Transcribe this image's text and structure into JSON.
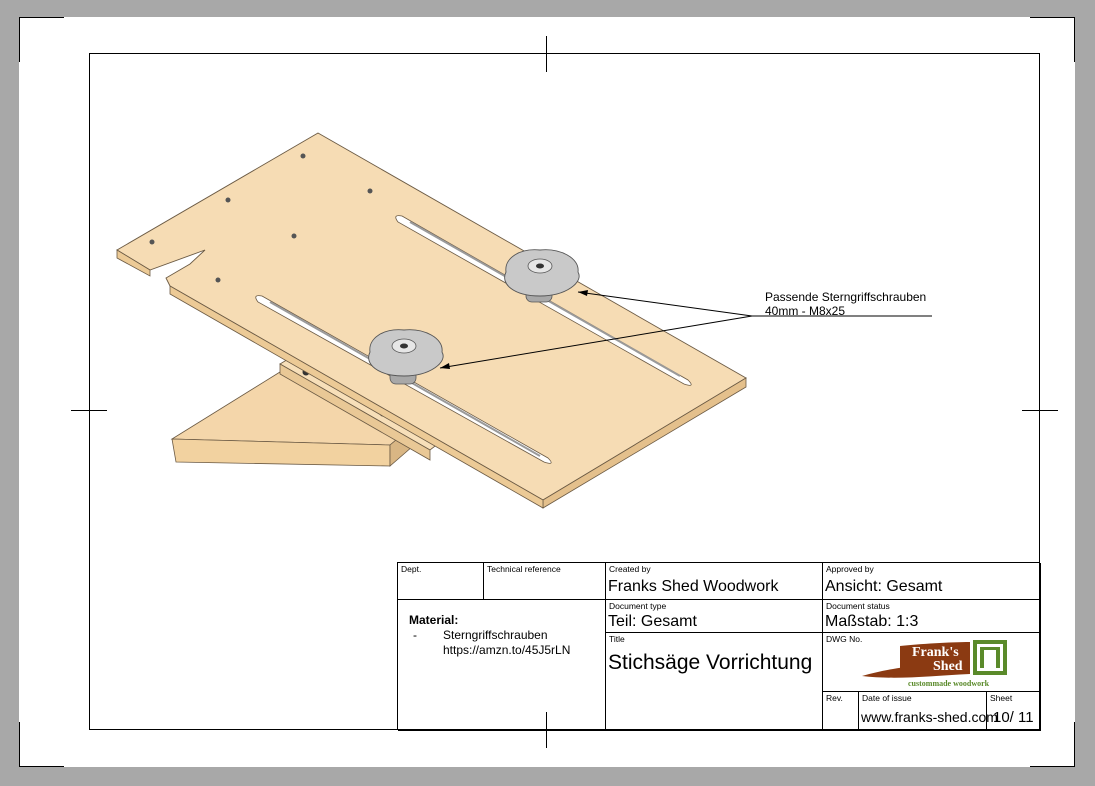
{
  "annotation": {
    "line1": "Passende Sterngriffschrauben",
    "line2": "40mm - M8x25"
  },
  "title_block": {
    "dept_label": "Dept.",
    "tech_ref_label": "Technical reference",
    "created_by_label": "Created by",
    "created_by": "Franks Shed Woodwork",
    "approved_by_label": "Approved by",
    "approved_by": "Ansicht: Gesamt",
    "doc_type_label": "Document type",
    "doc_type": "Teil: Gesamt",
    "doc_status_label": "Document status",
    "doc_status": "Maßstab: 1:3",
    "title_label": "Title",
    "title": "Stichsäge Vorrichtung",
    "dwg_label": "DWG No.",
    "rev_label": "Rev.",
    "date_label": "Date of issue",
    "date_value": "www.franks-shed.com",
    "sheet_label": "Sheet",
    "sheet_value": "10/ 11",
    "material_title": "Material:",
    "material_dash": "-",
    "material_item": "Sterngriffschrauben",
    "material_link": "https://amzn.to/45J5rLN"
  },
  "logo": {
    "line1": "Frank's",
    "line2": "Shed",
    "tagline": "custommade woodwork"
  },
  "colors": {
    "wood_top": "#f6dcb4",
    "wood_side": "#e8c795",
    "knob": "#c9c9c9",
    "logo_brown": "#8b3a12",
    "logo_green": "#5a8a2a"
  }
}
